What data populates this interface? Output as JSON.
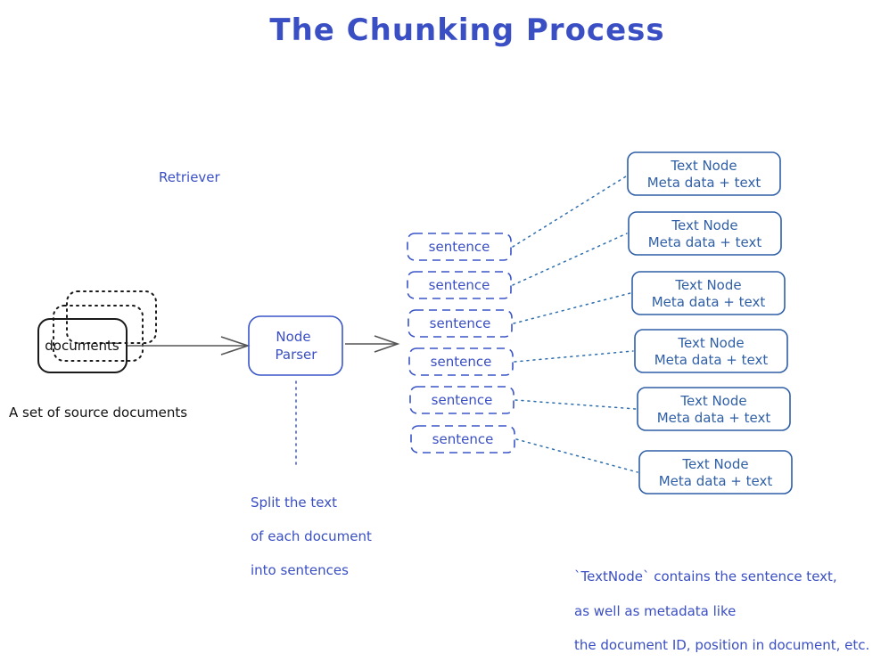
{
  "title": "The Chunking Process",
  "retriever_label": "Retriever",
  "documents": {
    "box_label": "documents",
    "caption": "A set of source documents"
  },
  "parser": {
    "line1": "Node",
    "line2": "Parser"
  },
  "split_note": [
    "Split the text",
    "of each document",
    "into sentences"
  ],
  "sentences": [
    {
      "label": "sentence"
    },
    {
      "label": "sentence"
    },
    {
      "label": "sentence"
    },
    {
      "label": "sentence"
    },
    {
      "label": "sentence"
    },
    {
      "label": "sentence"
    }
  ],
  "text_nodes": [
    {
      "line1": "Text Node",
      "line2": "Meta data + text"
    },
    {
      "line1": "Text Node",
      "line2": "Meta data + text"
    },
    {
      "line1": "Text Node",
      "line2": "Meta data + text"
    },
    {
      "line1": "Text Node",
      "line2": "Meta data + text"
    },
    {
      "line1": "Text Node",
      "line2": "Meta data + text"
    },
    {
      "line1": "Text Node",
      "line2": "Meta data + text"
    }
  ],
  "textnode_note": [
    "`TextNode` contains the sentence text,",
    "as well as metadata like",
    "the document ID, position in document, etc."
  ],
  "colors": {
    "accent_blue": "#3a4fc4",
    "node_blue": "#2f5fa6",
    "ink_black": "#1a1a1a"
  }
}
